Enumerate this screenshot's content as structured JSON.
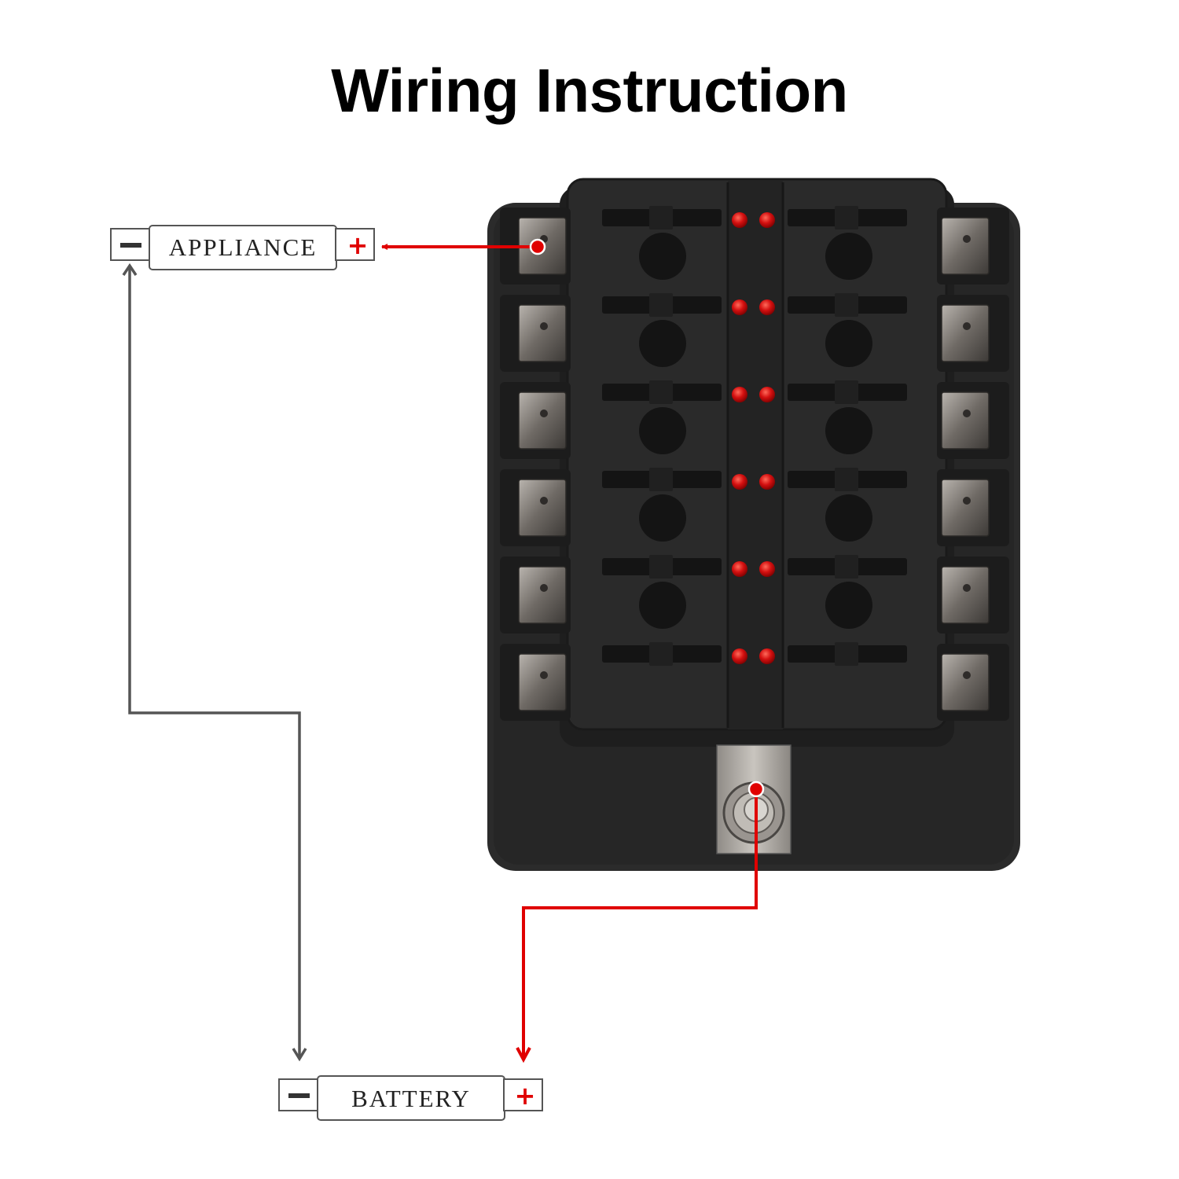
{
  "title": "Wiring Instruction",
  "appliance": {
    "label": "APPLIANCE",
    "minus": "−",
    "plus": "+"
  },
  "battery": {
    "label": "BATTERY",
    "minus": "−",
    "plus": "+"
  },
  "fuse_block": {
    "fuse_slots": 12,
    "led_indicators": 12,
    "terminals_per_side": 6
  },
  "colors": {
    "positive_wire": "#e00000",
    "negative_wire": "#555555",
    "housing": "#232323",
    "terminal_metal": "#8a8580",
    "led": "#e01010"
  }
}
